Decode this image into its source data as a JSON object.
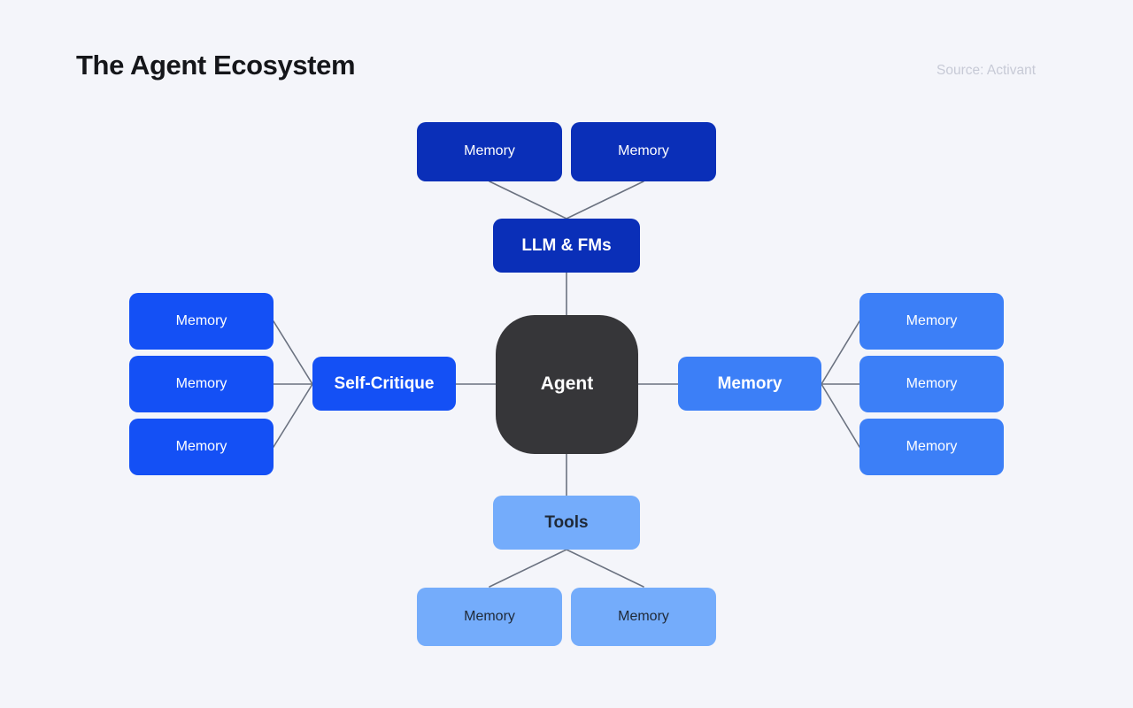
{
  "header": {
    "title": "The Agent Ecosystem",
    "source": "Source: Activant"
  },
  "colors": {
    "background": "#f4f5fa",
    "dark_blue": "#0a2fb8",
    "blue": "#1450f5",
    "mid_blue": "#3c7ff7",
    "light_blue": "#74acfb",
    "agent_dark": "#363639",
    "edge_line": "#6b7280",
    "title_text": "#15161a",
    "source_text": "#c7cad6",
    "dark_label_text": "#1f2937"
  },
  "diagram": {
    "center": {
      "label": "Agent"
    },
    "branches": {
      "top": {
        "hub": {
          "label": "LLM & FMs"
        },
        "leaves": [
          {
            "label": "Memory"
          },
          {
            "label": "Memory"
          }
        ]
      },
      "left": {
        "hub": {
          "label": "Self-Critique"
        },
        "leaves": [
          {
            "label": "Memory"
          },
          {
            "label": "Memory"
          },
          {
            "label": "Memory"
          }
        ]
      },
      "right": {
        "hub": {
          "label": "Memory"
        },
        "leaves": [
          {
            "label": "Memory"
          },
          {
            "label": "Memory"
          },
          {
            "label": "Memory"
          }
        ]
      },
      "bottom": {
        "hub": {
          "label": "Tools"
        },
        "leaves": [
          {
            "label": "Memory"
          },
          {
            "label": "Memory"
          }
        ]
      }
    }
  }
}
